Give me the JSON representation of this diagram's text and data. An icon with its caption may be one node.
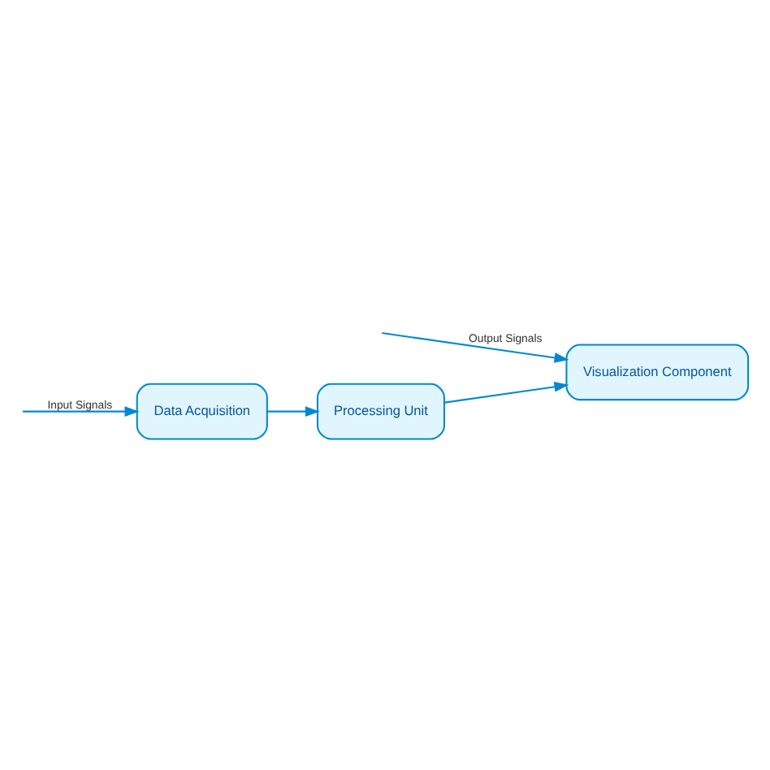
{
  "diagram": {
    "nodes": [
      {
        "text": [
          "Data Acquisition"
        ]
      },
      {
        "text": [
          "Processing Unit"
        ]
      },
      {
        "text": [
          "Visualization Component"
        ]
      }
    ],
    "edges": [
      {
        "from": null,
        "to": 0,
        "arrow": "to",
        "label": "Input Signals"
      },
      {
        "from": 0,
        "to": 1,
        "arrow": "to"
      },
      {
        "from": 1,
        "to": 2,
        "arrow": "to"
      },
      {
        "from": null,
        "to": 2,
        "arrow": "to",
        "label": "Output Signals"
      }
    ]
  }
}
